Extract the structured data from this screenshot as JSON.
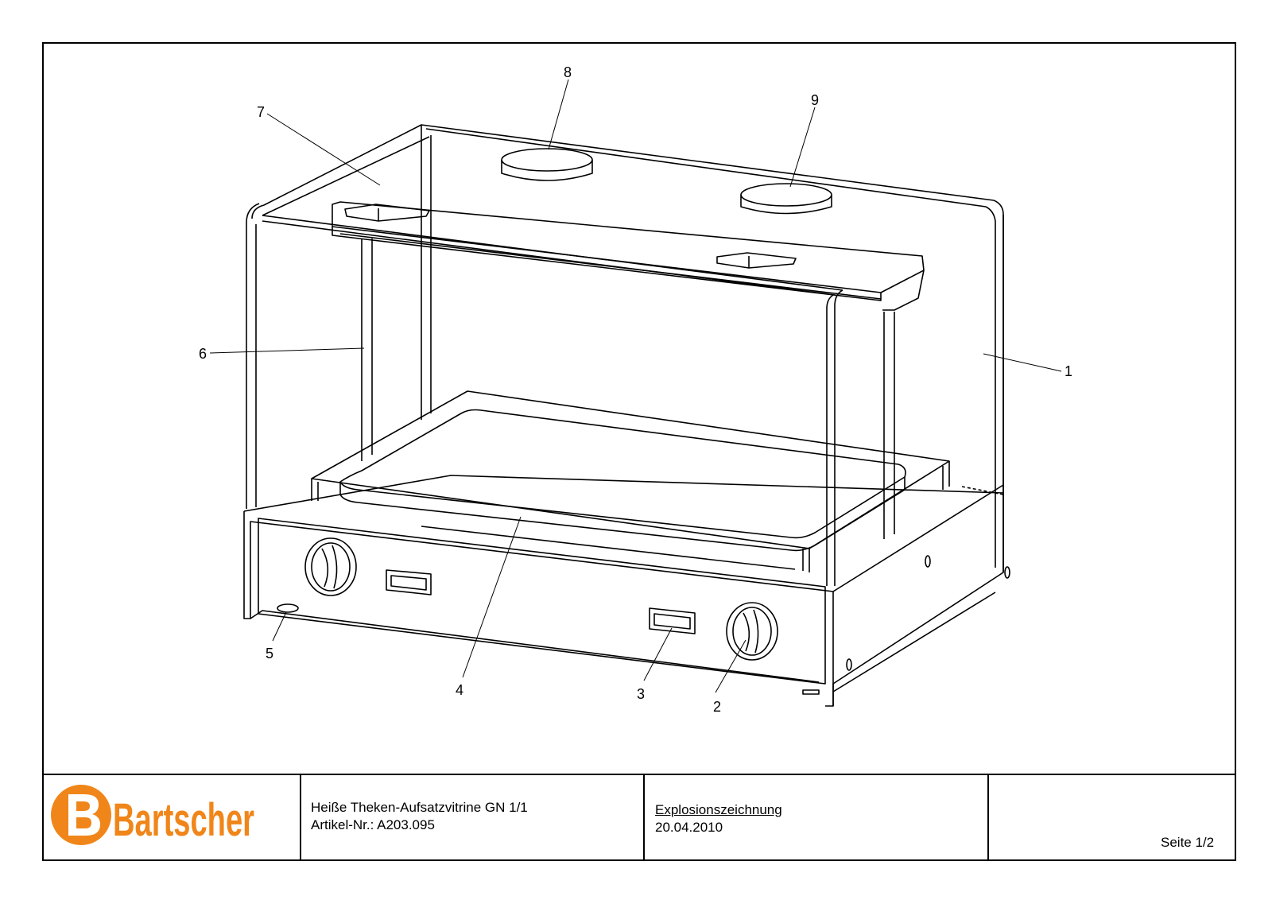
{
  "drawing": {
    "callouts": [
      {
        "id": "1",
        "label": "1"
      },
      {
        "id": "2",
        "label": "2"
      },
      {
        "id": "3",
        "label": "3"
      },
      {
        "id": "4",
        "label": "4"
      },
      {
        "id": "5",
        "label": "5"
      },
      {
        "id": "6",
        "label": "6"
      },
      {
        "id": "7",
        "label": "7"
      },
      {
        "id": "8",
        "label": "8"
      },
      {
        "id": "9",
        "label": "9"
      }
    ]
  },
  "title_block": {
    "logo_text": "Bartscher",
    "brand_color": "#f0861a",
    "product_name": "Heiße Theken-Aufsatzvitrine GN 1/1",
    "article_number": "Artikel-Nr.: A203.095",
    "drawing_type": "Explosionszeichnung",
    "date": "20.04.2010",
    "page": "Seite 1/2"
  }
}
